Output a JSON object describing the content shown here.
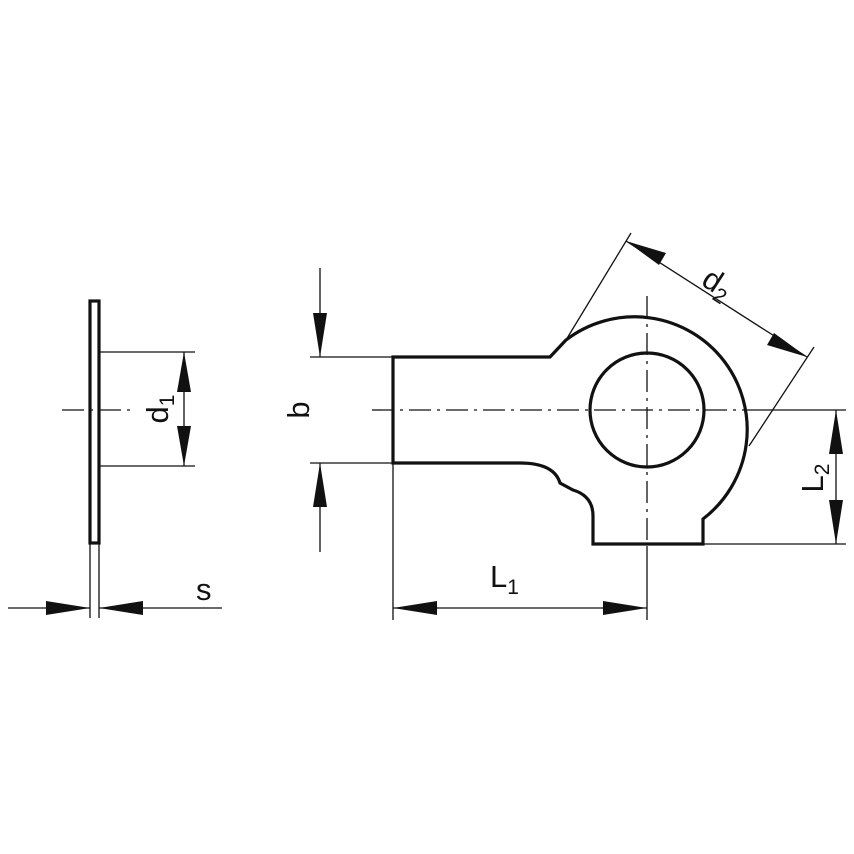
{
  "drawing": {
    "labels": {
      "s": "s",
      "d1_main": "d",
      "d1_sub": "1",
      "b": "b",
      "L1_main": "L",
      "L1_sub": "1",
      "d2_main": "d",
      "d2_sub": "2",
      "L2_main": "L",
      "L2_sub": "2"
    },
    "colors": {
      "line": "#111111",
      "background": "#ffffff"
    }
  }
}
